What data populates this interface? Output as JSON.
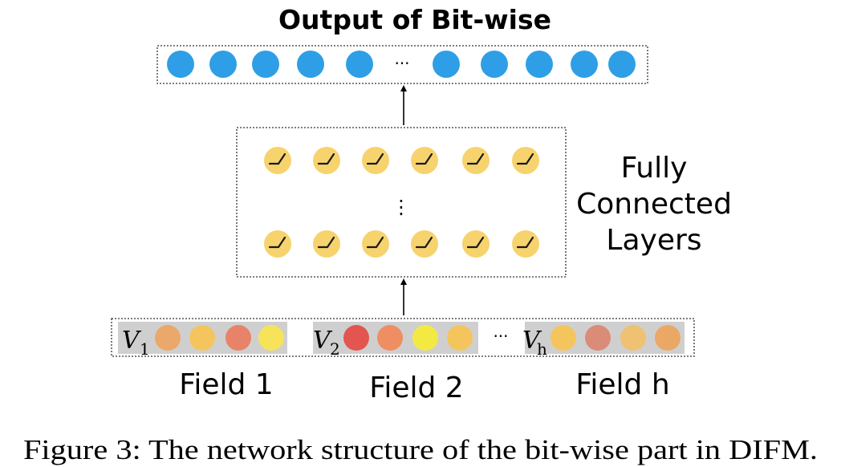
{
  "output_layer": {
    "title": "Output of Bit-wise",
    "ellipsis": "···",
    "node_color": "#2e9fe6"
  },
  "fc_block": {
    "label_lines": [
      "Fully",
      "Connected",
      "Layers"
    ],
    "vertical_ellipsis": "⋮",
    "neuron_color": "#f6d36d",
    "activation_icon": "relu-activation-icon"
  },
  "input_layer": {
    "strip_color": "#cfcfcf",
    "ellipsis": "···",
    "fields": [
      {
        "vector_symbol": "V",
        "vector_subscript": "1",
        "label": "Field 1",
        "node_colors": [
          "#eaa86a",
          "#f4c55c",
          "#e8836a",
          "#f6e35a"
        ]
      },
      {
        "vector_symbol": "V",
        "vector_subscript": "2",
        "label": "Field 2",
        "node_colors": [
          "#e2564f",
          "#ee8e62",
          "#f2ea42",
          "#f4c55c"
        ]
      },
      {
        "vector_symbol": "V",
        "vector_subscript": "h",
        "label": "Field h",
        "node_colors": [
          "#f4c55c",
          "#da8c78",
          "#efc172",
          "#eba865"
        ]
      }
    ]
  },
  "caption": "Figure 3: The network structure of the bit-wise part in DIFM."
}
